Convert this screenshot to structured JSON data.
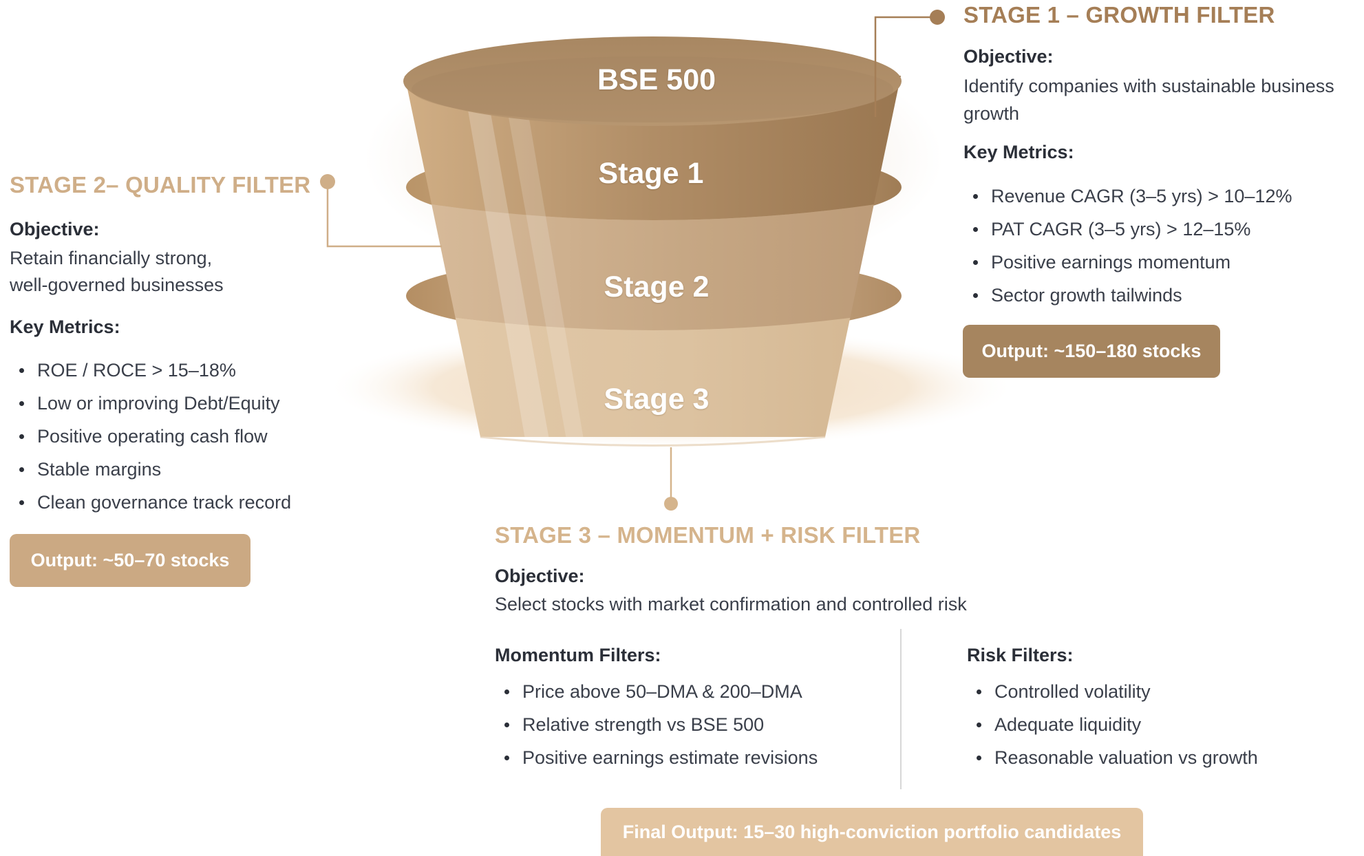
{
  "funnel": {
    "top_label": "BSE 500",
    "stage1_label": "Stage 1",
    "stage2_label": "Stage 2",
    "stage3_label": "Stage 3"
  },
  "stage1": {
    "heading": "STAGE 1 – GROWTH FILTER",
    "objective_label": "Objective:",
    "objective_line1": "Identify companies with sustainable business",
    "objective_line2": "growth",
    "metrics_label": "Key Metrics:",
    "metrics": [
      "Revenue CAGR (3–5 yrs) > 10–12%",
      "PAT CAGR (3–5 yrs) > 12–15%",
      "Positive earnings momentum",
      "Sector growth tailwinds"
    ],
    "output": "Output: ~150–180 stocks"
  },
  "stage2": {
    "heading": "STAGE 2– QUALITY FILTER",
    "objective_label": "Objective:",
    "objective_line1": "Retain financially strong,",
    "objective_line2": "well-governed businesses",
    "metrics_label": "Key Metrics:",
    "metrics": [
      "ROE / ROCE > 15–18%",
      "Low or improving Debt/Equity",
      "Positive operating cash flow",
      "Stable margins",
      "Clean governance track record"
    ],
    "output": "Output: ~50–70 stocks"
  },
  "stage3": {
    "heading": "STAGE 3 – MOMENTUM + RISK FILTER",
    "objective_label": "Objective:",
    "objective_text": "Select stocks with market confirmation and controlled risk",
    "momentum_label": "Momentum Filters:",
    "momentum": [
      "Price above 50–DMA & 200–DMA",
      "Relative strength vs BSE 500",
      "Positive earnings estimate revisions"
    ],
    "risk_label": "Risk Filters:",
    "risk": [
      "Controlled volatility",
      "Adequate liquidity",
      "Reasonable valuation vs growth"
    ],
    "final_output": "Final Output: 15–30 high-conviction portfolio candidates"
  },
  "colors": {
    "stage1_heading": "#a57e56",
    "stage2_heading": "#cfae88",
    "stage3_heading": "#d5b48c",
    "stage1_output_bg": "#a6855f",
    "stage2_output_bg": "#cba983",
    "final_output_bg": "#e3c5a1",
    "connector": "#cdb08c"
  }
}
